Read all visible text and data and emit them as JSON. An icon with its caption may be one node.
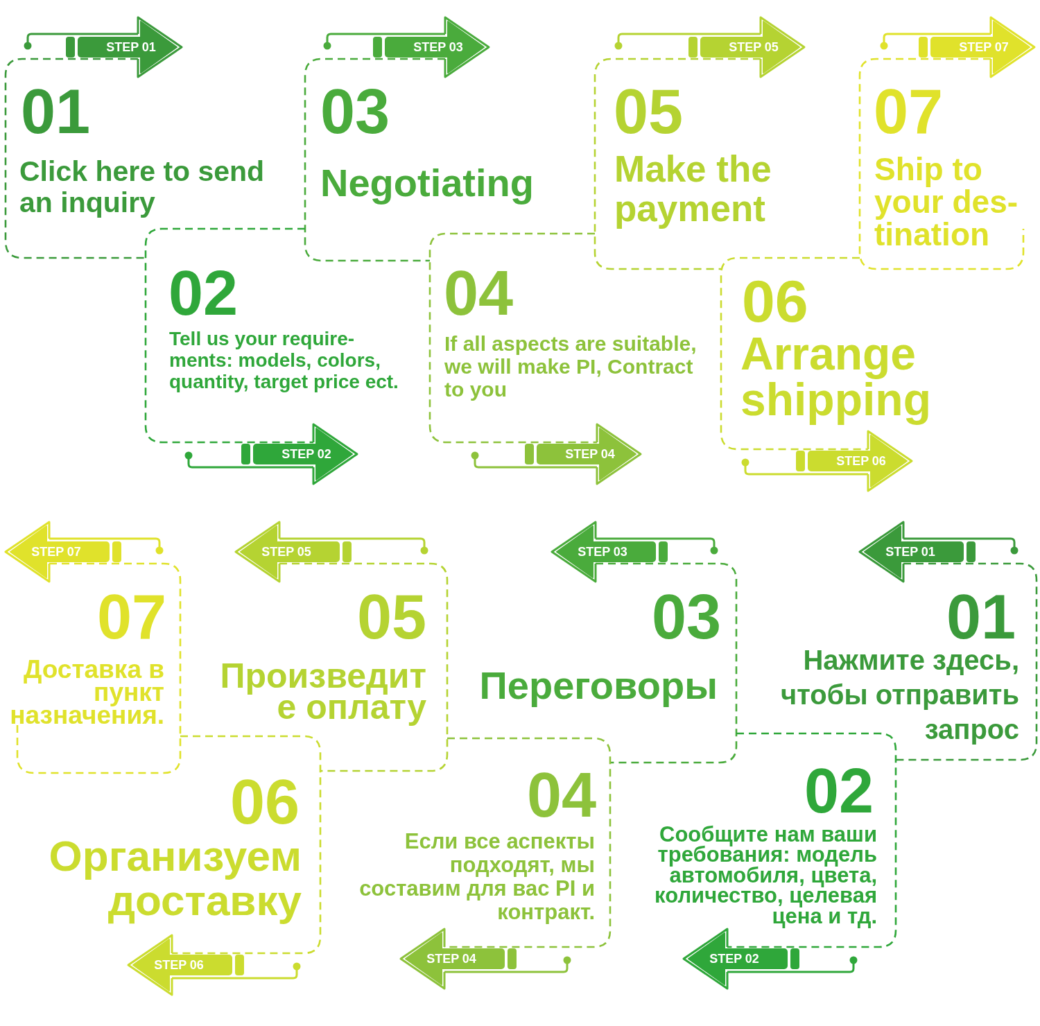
{
  "diagram": {
    "nodes": [
      {
        "text": [
          "STEP 01"
        ]
      },
      {
        "text": [
          "01",
          "Click here to send an inquiry"
        ]
      },
      {
        "text": [
          "STEP 03"
        ]
      },
      {
        "text": [
          "03",
          "Negotiating"
        ]
      },
      {
        "text": [
          "STEP 05"
        ]
      },
      {
        "text": [
          "05",
          "Make the payment"
        ]
      },
      {
        "text": [
          "STEP 07"
        ]
      },
      {
        "text": [
          "07",
          "Ship to your des- tination"
        ]
      },
      {
        "text": [
          "02",
          "Tell us your require- ments: models, colors, quantity, target price ect."
        ]
      },
      {
        "text": [
          "04",
          "If all aspects are suitable, we will make PI, Contract to you"
        ]
      },
      {
        "text": [
          "06",
          "Arrange shipping"
        ]
      },
      {
        "text": [
          "STEP 02"
        ]
      },
      {
        "text": [
          "STEP 04"
        ]
      },
      {
        "text": [
          "STEP 06"
        ]
      },
      {
        "text": [
          "STEP 07"
        ]
      },
      {
        "text": [
          "STEP 05"
        ]
      },
      {
        "text": [
          "STEP 03"
        ]
      },
      {
        "text": [
          "STEP 01"
        ]
      },
      {
        "text": [
          "07",
          "Доставка в пункт назначения."
        ]
      },
      {
        "text": [
          "05",
          "Произведит е оплату"
        ]
      },
      {
        "text": [
          "03",
          "Переговоры"
        ]
      },
      {
        "text": [
          "01",
          "Нажмите здесь, чтобы отправить запрос"
        ]
      },
      {
        "text": [
          "06",
          "Организуем доставку"
        ]
      },
      {
        "text": [
          "04",
          "Если все аспекты подходят, мы составим для вас PI и контракт."
        ]
      },
      {
        "text": [
          "02",
          "Сообщите нам ваши требования: модель автомобиля, цвета, количество, целевая цена и тд."
        ]
      },
      {
        "text": [
          "STEP 06"
        ]
      },
      {
        "text": [
          "STEP 04"
        ]
      },
      {
        "text": [
          "STEP 02"
        ]
      }
    ]
  }
}
